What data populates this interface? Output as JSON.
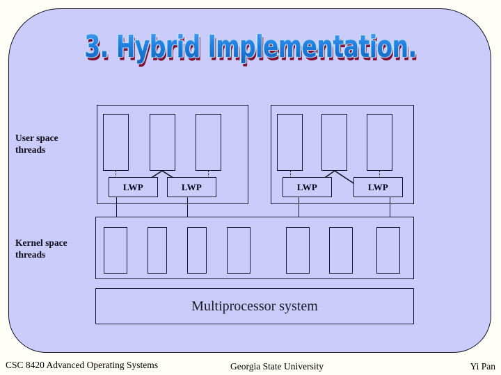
{
  "slide": {
    "title": "3. Hybrid Implementation.",
    "panel_color": "#ccccfa",
    "page_background": "#fffff7",
    "outline_color": "#15152e",
    "title_face_color": "#1f7fe0",
    "title_shadow_color": "#7d1030"
  },
  "labels": {
    "user_space": "User space\nthreads",
    "kernel_space": "Kernel space\nthreads"
  },
  "diagram": {
    "process_groups": [
      {
        "name": "process-group-left",
        "user_threads": [
          "",
          "",
          ""
        ],
        "lwps": [
          "LWP",
          "LWP"
        ]
      },
      {
        "name": "process-group-right",
        "user_threads": [
          "",
          "",
          ""
        ],
        "lwps": [
          "LWP",
          "LWP"
        ]
      }
    ],
    "kernel_threads": [
      "",
      "",
      "",
      "",
      "",
      "",
      ""
    ],
    "multiprocessor_label": "Multiprocessor system"
  },
  "footer": {
    "course": "CSC 8420 Advanced Operating Systems",
    "institution": "Georgia State University",
    "author": "Yi Pan"
  }
}
